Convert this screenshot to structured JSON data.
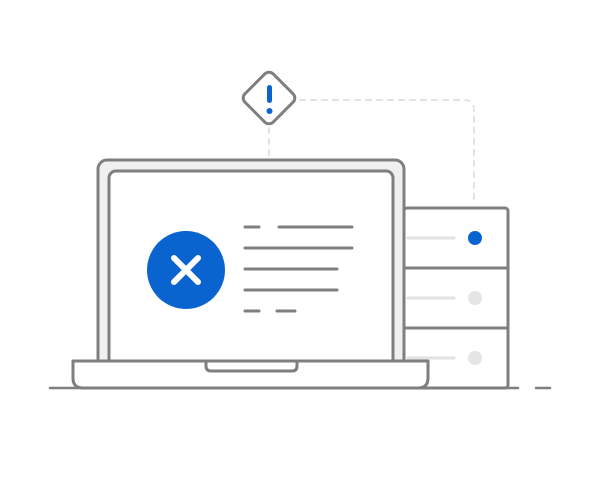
{
  "illustration": {
    "subject": "laptop-error-with-server",
    "icons": {
      "alert": "exclamation-diamond-icon",
      "error": "x-circle-icon"
    },
    "server": {
      "unit_count": 3,
      "active_unit_index": 0,
      "status_lights": [
        "active",
        "inactive",
        "inactive"
      ]
    },
    "colors": {
      "outline": "#7f7f7f",
      "screen_fill": "#f0f0f0",
      "accent": "#0a64d0",
      "inactive_light": "#e5e5e5",
      "connector": "#e2e2e2",
      "background": "#ffffff"
    }
  }
}
